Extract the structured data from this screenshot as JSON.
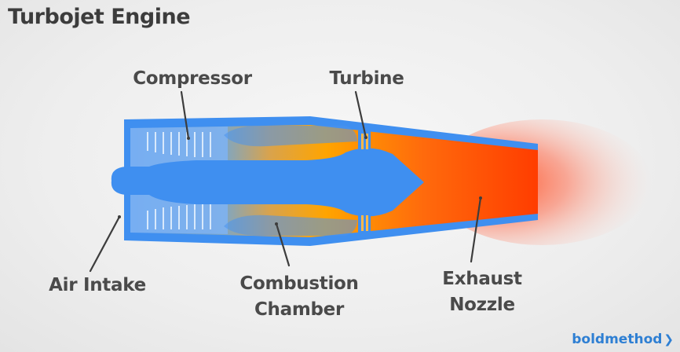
{
  "title": "Turbojet Engine",
  "labels": {
    "compressor": "Compressor",
    "turbine": "Turbine",
    "air_intake": "Air Intake",
    "combustion_line1": "Combustion",
    "combustion_line2": "Chamber",
    "exhaust_line1": "Exhaust",
    "exhaust_line2": "Nozzle"
  },
  "brand": {
    "name": "boldmethod",
    "chevron": "❯"
  },
  "colors": {
    "engine_blue": "#3f8ff0",
    "hot_orange": "#ff9a00",
    "exhaust_red": "#ff3a00"
  }
}
